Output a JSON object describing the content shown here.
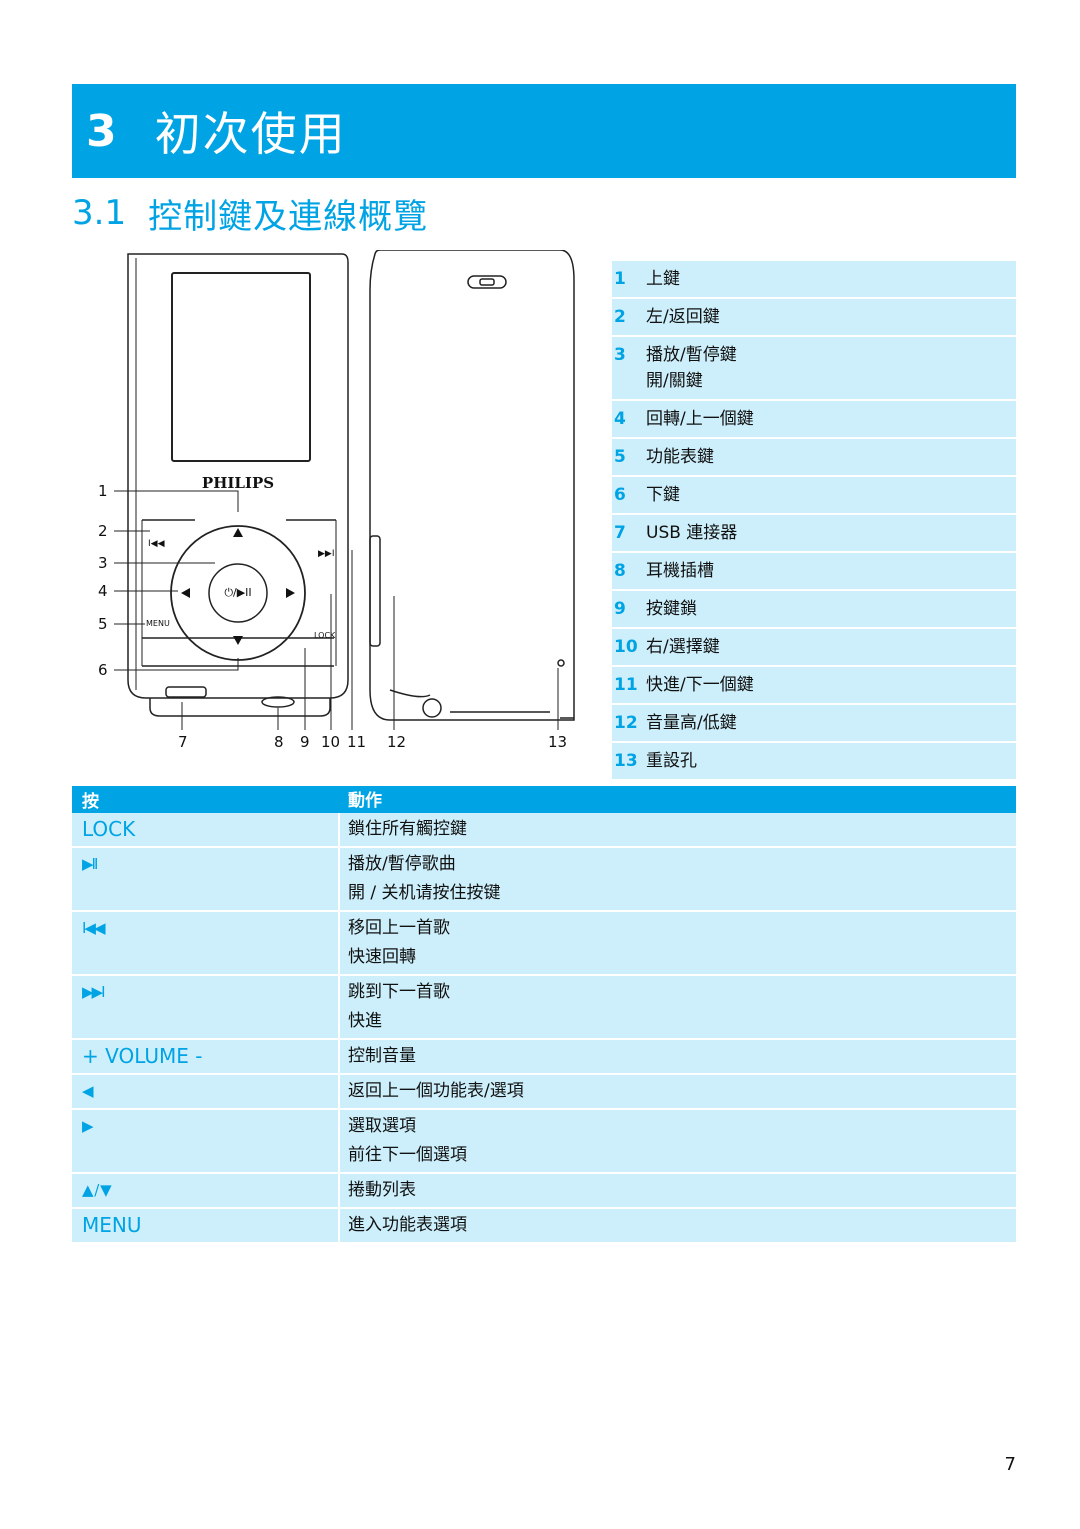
{
  "chapter": {
    "number": "3",
    "title": "初次使用"
  },
  "section": {
    "number": "3.1",
    "title": "控制鍵及連線概覽"
  },
  "figure": {
    "brand": "PHILIPS",
    "menu_text": "MENU",
    "lock_text": "LOCK",
    "center_button": "⏻/▶II",
    "callouts_left": [
      "1",
      "2",
      "3",
      "4",
      "5",
      "6"
    ],
    "callouts_bottom": [
      "7",
      "8",
      "9",
      "10",
      "11",
      "12",
      "13"
    ]
  },
  "legend": [
    {
      "num": "1",
      "label": "上鍵"
    },
    {
      "num": "2",
      "label": "左/返回鍵"
    },
    {
      "num": "3",
      "label": "播放/暫停鍵",
      "label2": "開/關鍵"
    },
    {
      "num": "4",
      "label": "回轉/上一個鍵"
    },
    {
      "num": "5",
      "label": "功能表鍵"
    },
    {
      "num": "6",
      "label": "下鍵"
    },
    {
      "num": "7",
      "label": "USB 連接器"
    },
    {
      "num": "8",
      "label": "耳機插槽"
    },
    {
      "num": "9",
      "label": "按鍵鎖"
    },
    {
      "num": "10",
      "label": "右/選擇鍵"
    },
    {
      "num": "11",
      "label": "快進/下一個鍵"
    },
    {
      "num": "12",
      "label": "音量高/低鍵"
    },
    {
      "num": "13",
      "label": "重設孔"
    }
  ],
  "actions": {
    "header": {
      "key": "按",
      "desc": "動作"
    },
    "rows": [
      {
        "key": "LOCK",
        "lines": [
          "鎖住所有觸控鍵"
        ]
      },
      {
        "key": "▶II",
        "lines": [
          "播放/暫停歌曲",
          "開 / 关机请按住按键"
        ]
      },
      {
        "key": "I◀◀",
        "lines": [
          "移回上一首歌",
          "快速回轉"
        ]
      },
      {
        "key": "▶▶I",
        "lines": [
          "跳到下一首歌",
          "快進"
        ]
      },
      {
        "key": "+ VOLUME -",
        "lines": [
          "控制音量"
        ]
      },
      {
        "key": "◀",
        "lines": [
          "返回上一個功能表/選項"
        ]
      },
      {
        "key": "▶",
        "lines": [
          "選取選項",
          "前往下一個選項"
        ]
      },
      {
        "key": "▲ / ▼",
        "lines": [
          "捲動列表"
        ]
      },
      {
        "key": "MENU",
        "lines": [
          "進入功能表選項"
        ]
      }
    ]
  },
  "page_number": "7"
}
